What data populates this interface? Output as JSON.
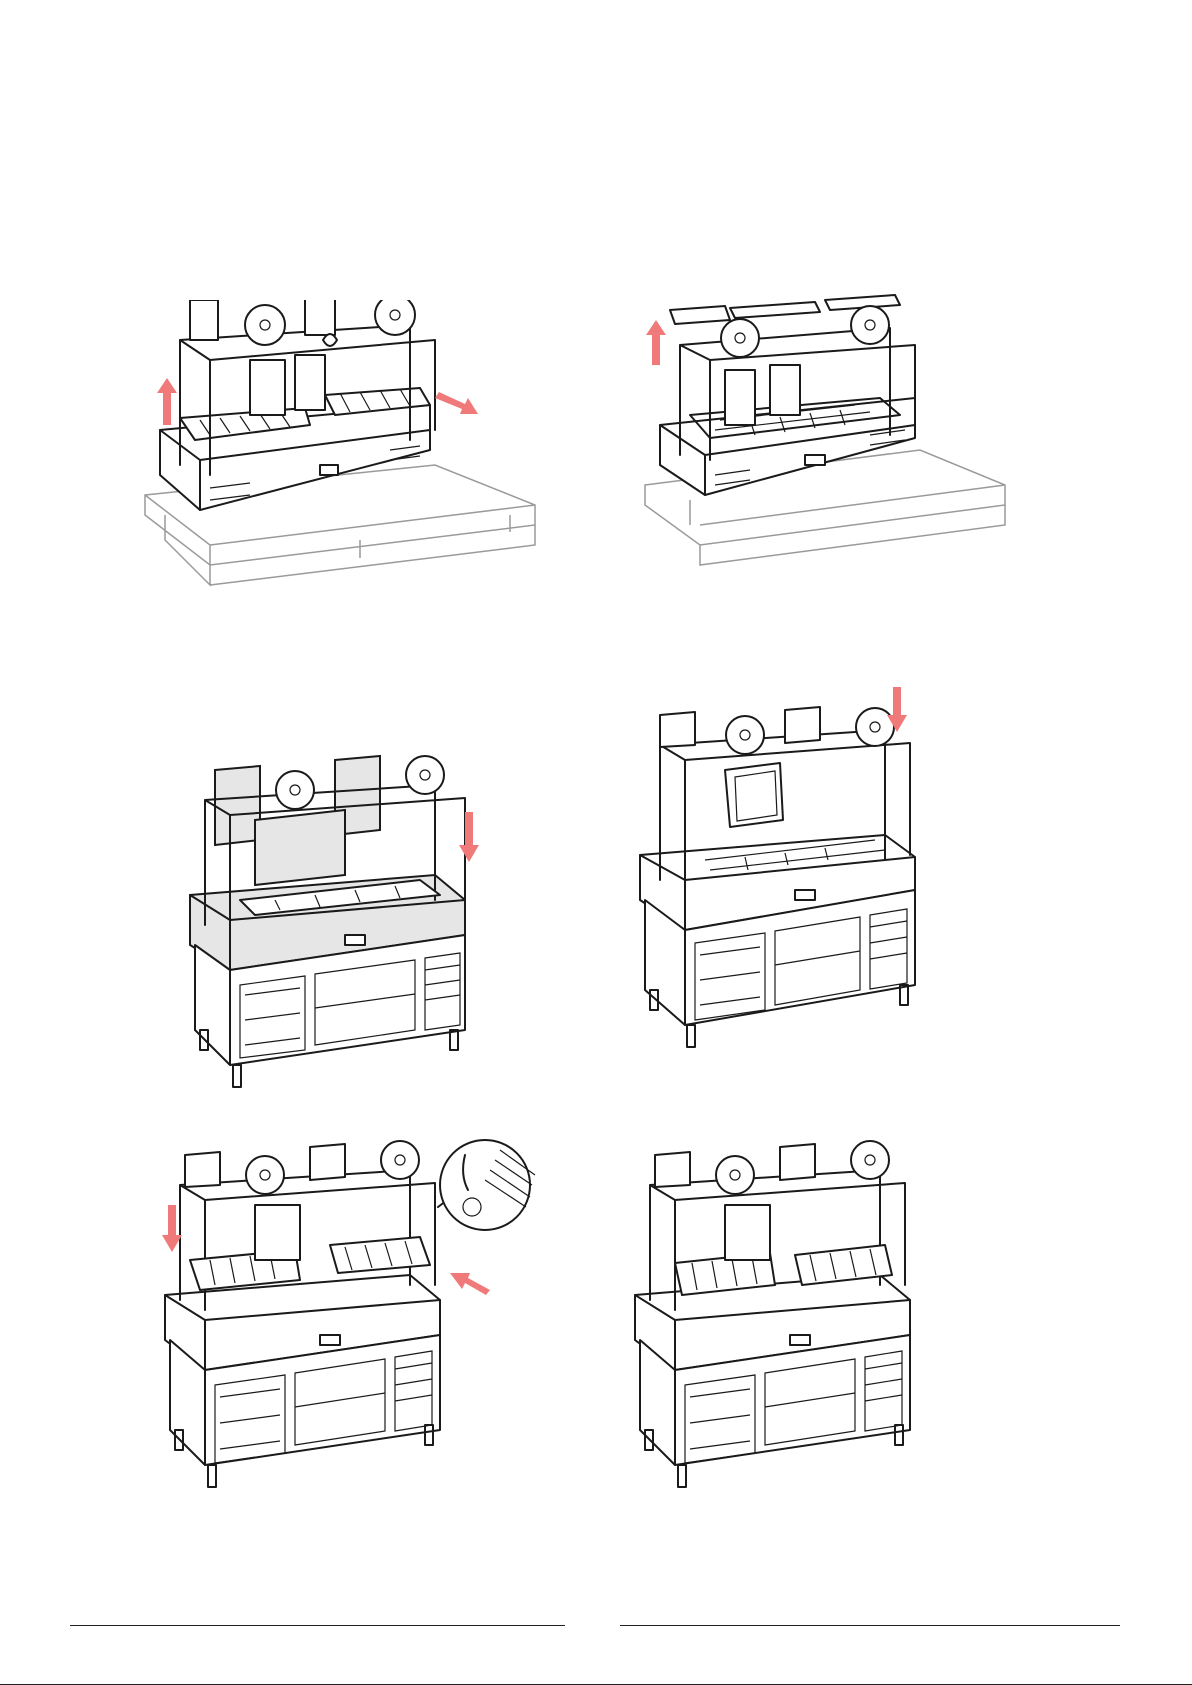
{
  "page": {
    "colors": {
      "line": "#1a1a1a",
      "arrow": "#f07a7a",
      "shade": "#e6e6e6",
      "pallet": "#9a9a9a"
    },
    "steps": [
      {
        "id": "step-1",
        "arrows": [
          "arrow-up",
          "arrow-right-down"
        ],
        "base": "pallet"
      },
      {
        "id": "step-2",
        "arrows": [
          "arrow-up"
        ],
        "base": "pallet"
      },
      {
        "id": "step-3",
        "arrows": [
          "arrow-down"
        ],
        "base": "cabinet"
      },
      {
        "id": "step-4",
        "arrows": [
          "arrow-down"
        ],
        "base": "cabinet"
      },
      {
        "id": "step-5",
        "arrows": [
          "arrow-down",
          "arrow-left-up"
        ],
        "base": "cabinet",
        "detail": "magnifier-detail"
      },
      {
        "id": "step-6",
        "arrows": [],
        "base": "cabinet"
      }
    ]
  }
}
